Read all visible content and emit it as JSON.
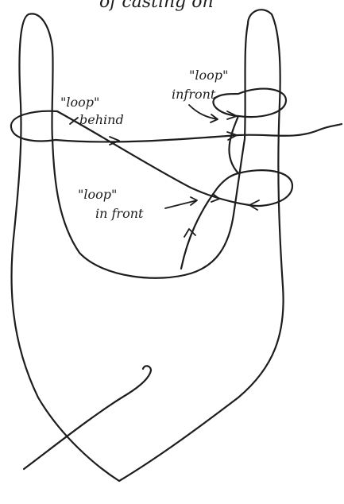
{
  "caption_top": "of casting on",
  "labels": {
    "loop_behind": [
      "\"loop\"",
      "behind"
    ],
    "loop_in_front_upper": [
      "\"loop\"",
      "infront"
    ],
    "loop_in_front_lower": [
      "\"loop\"",
      "in front"
    ]
  }
}
